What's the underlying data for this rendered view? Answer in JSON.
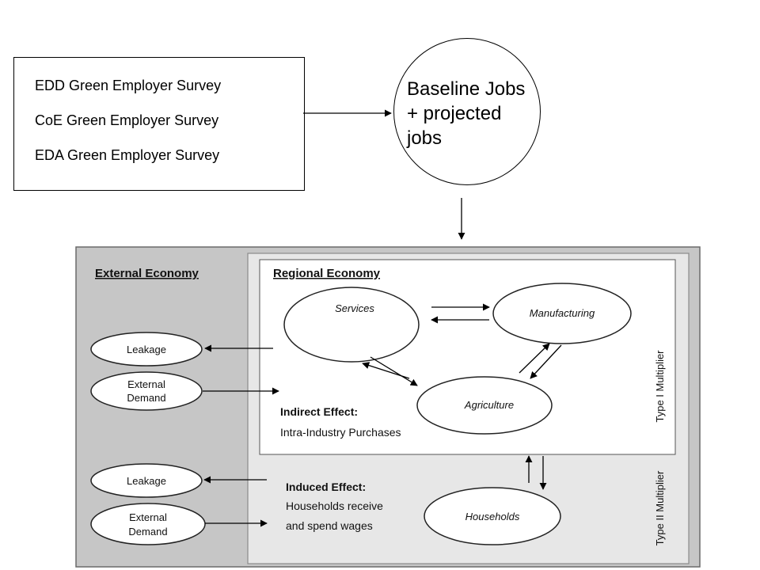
{
  "survey_box": {
    "lines": [
      "EDD Green Employer Survey",
      "CoE Green Employer Survey",
      "EDA Green Employer Survey"
    ]
  },
  "jobs_circle": {
    "text": "Baseline Jobs\n+ projected\njobs"
  },
  "model": {
    "external_title": "External Economy",
    "regional_title": "Regional Economy",
    "sectors": {
      "services": "Services",
      "manufacturing": "Manufacturing",
      "agriculture": "Agriculture",
      "households": "Households"
    },
    "indirect": {
      "title": "Indirect Effect:",
      "desc": "Intra-Industry Purchases"
    },
    "induced": {
      "title": "Induced Effect:",
      "line1": "Households receive",
      "line2": "and spend wages"
    },
    "external": {
      "leakage_upper": "Leakage",
      "demand_upper_1": "External",
      "demand_upper_2": "Demand",
      "leakage_lower": "Leakage",
      "demand_lower_1": "External",
      "demand_lower_2": "Demand"
    },
    "multipliers": {
      "type1": "Type I Multiplier",
      "type2": "Type II Multiplier"
    }
  }
}
